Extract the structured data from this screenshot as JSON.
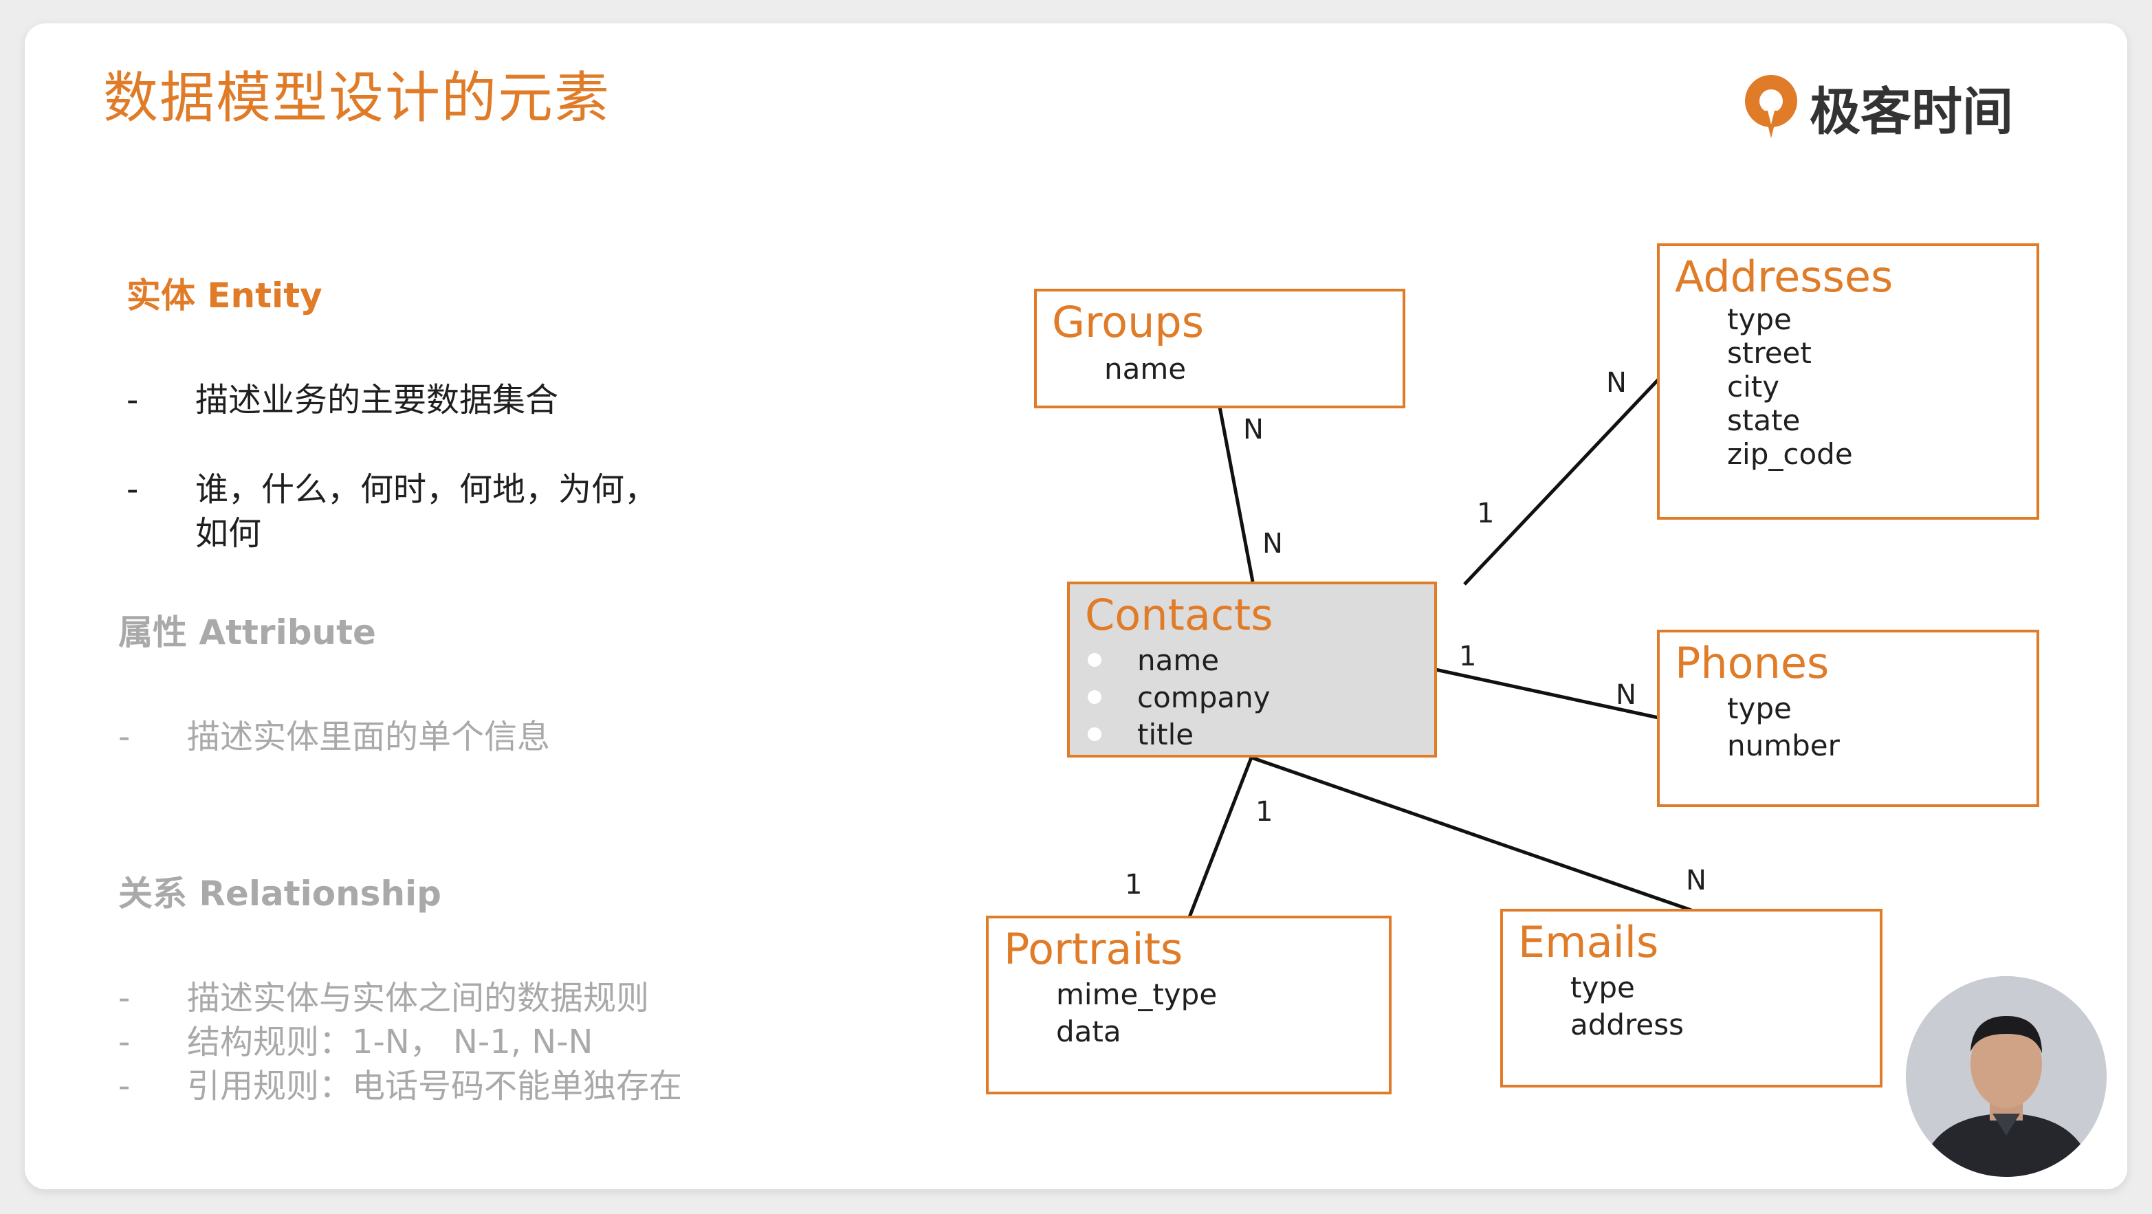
{
  "slide": {
    "title": "数据模型设计的元素",
    "logo_text": "极客时间",
    "logo_color": "#e07b28"
  },
  "sections": {
    "entity": {
      "title": "实体 Entity",
      "bullets": [
        "描述业务的主要数据集合",
        "谁，什么，何时，何地，为何，",
        "如何"
      ]
    },
    "attribute": {
      "title": "属性 Attribute",
      "bullets": [
        "描述实体里面的单个信息"
      ]
    },
    "relationship": {
      "title": "关系 Relationship",
      "bullets": [
        "描述实体与实体之间的数据规则",
        "结构规则：1-N，  N-1, N-N",
        "引用规则：电话号码不能单独存在"
      ]
    },
    "dash": "-"
  },
  "diagram": {
    "entities": {
      "groups": {
        "name": "Groups",
        "attrs": [
          "name"
        ]
      },
      "addresses": {
        "name": "Addresses",
        "attrs": [
          "type",
          "street",
          "city",
          "state",
          "zip_code"
        ]
      },
      "contacts": {
        "name": "Contacts",
        "attrs": [
          "name",
          "company",
          "title"
        ]
      },
      "phones": {
        "name": "Phones",
        "attrs": [
          "type",
          "number"
        ]
      },
      "portraits": {
        "name": "Portraits",
        "attrs": [
          "mime_type",
          "data"
        ]
      },
      "emails": {
        "name": "Emails",
        "attrs": [
          "type",
          "address"
        ]
      }
    },
    "relationships": [
      {
        "from": "contacts",
        "to": "groups",
        "from_card": "N",
        "to_card": "N"
      },
      {
        "from": "contacts",
        "to": "addresses",
        "from_card": "1",
        "to_card": "N"
      },
      {
        "from": "contacts",
        "to": "phones",
        "from_card": "1",
        "to_card": "N"
      },
      {
        "from": "contacts",
        "to": "portraits",
        "from_card": "1",
        "to_card": "1"
      },
      {
        "from": "contacts",
        "to": "emails",
        "from_card": "",
        "to_card": "N"
      }
    ]
  },
  "colors": {
    "accent": "#e07b28",
    "muted_text": "#a9a9a9",
    "contacts_fill": "#dcdcdc"
  }
}
